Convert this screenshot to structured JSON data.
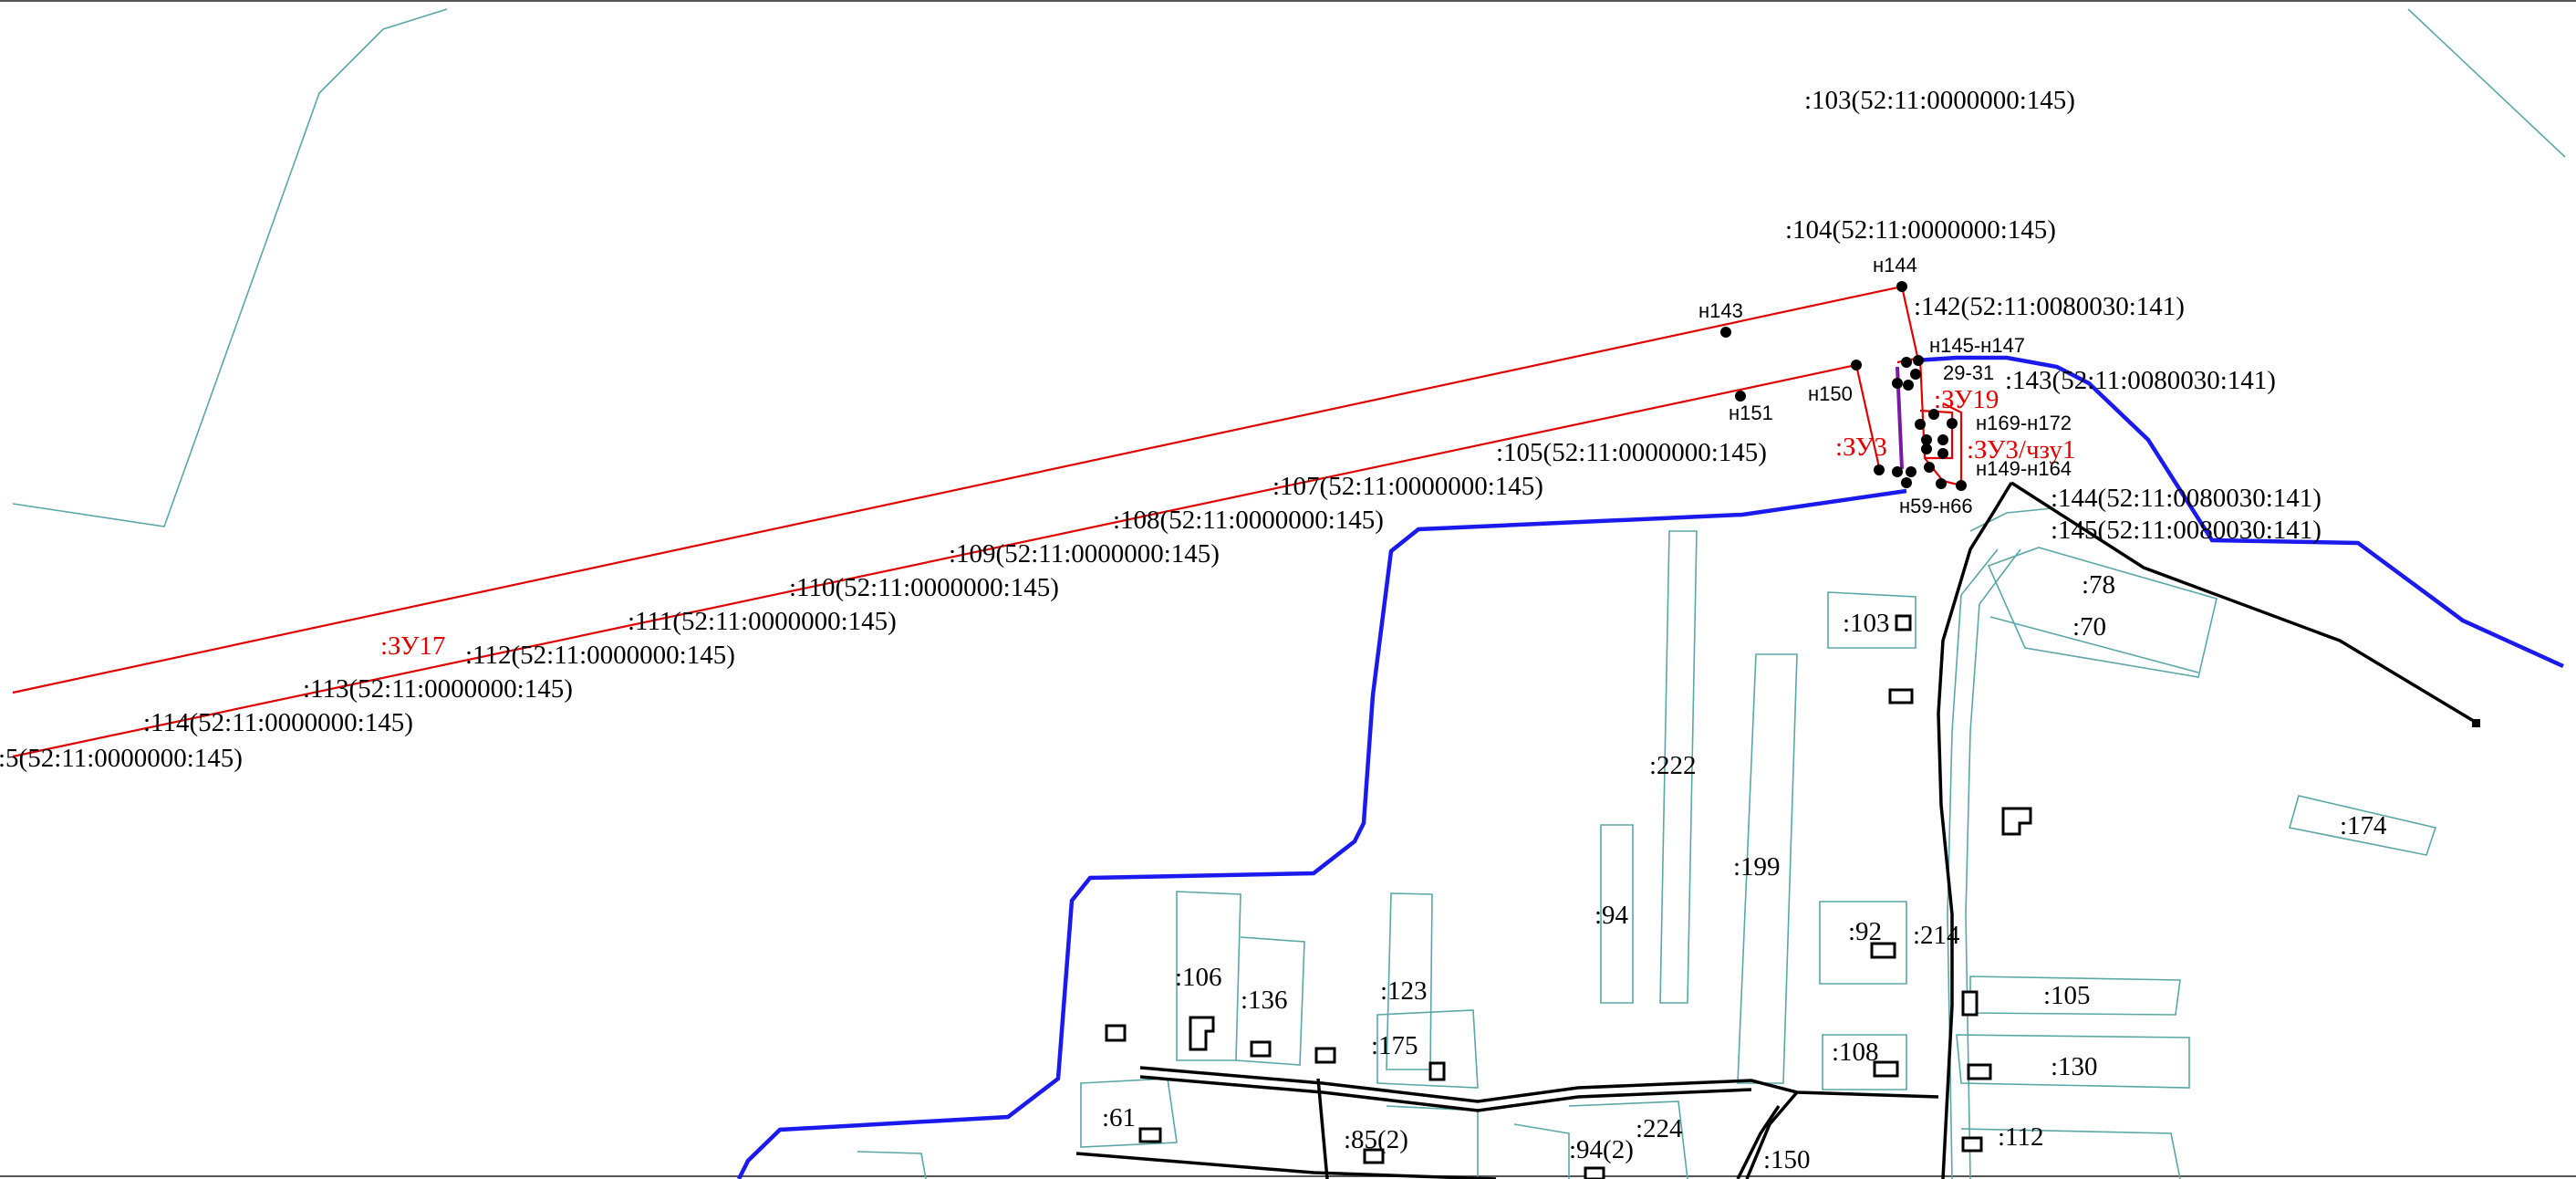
{
  "map": {
    "colors": {
      "background": "#ffffff",
      "cadastral_line": "#5aa7a7",
      "project_boundary": "#e00000",
      "settlement_boundary": "#1a1aee",
      "road": "#000000",
      "label_red": "#e00000",
      "label_black": "#000000"
    },
    "parcel_labels": [
      ":103(52:11:0000000:145)",
      ":104(52:11:0000000:145)",
      ":142(52:11:0080030:141)",
      ":143(52:11:0080030:141)",
      ":105(52:11:0000000:145)",
      ":107(52:11:0000000:145)",
      ":108(52:11:0000000:145)",
      ":109(52:11:0000000:145)",
      ":110(52:11:0000000:145)",
      ":111(52:11:0000000:145)",
      ":112(52:11:0000000:145)",
      ":113(52:11:0000000:145)",
      ":114(52:11:0000000:145)",
      ":5(52:11:0000000:145)",
      ":144(52:11:0080030:141)",
      ":145(52:11:0080030:141)"
    ],
    "project_labels": [
      ":ЗУ17",
      ":ЗУ19",
      ":ЗУ3",
      ":ЗУ3/чзу1"
    ],
    "point_labels": [
      "н144",
      "н143",
      "н145-н147",
      "29-31",
      "н150",
      "н151",
      "н169-н172",
      "н149-н164",
      "н59-н66"
    ],
    "lot_labels": [
      ":78",
      ":70",
      ":103",
      ":222",
      ":174",
      ":199",
      ":94",
      ":92",
      ":214",
      ":106",
      ":136",
      ":123",
      ":175",
      ":105",
      ":108",
      ":130",
      ":61",
      ":85(2)",
      ":224",
      ":94(2)",
      ":150",
      ":112"
    ]
  }
}
